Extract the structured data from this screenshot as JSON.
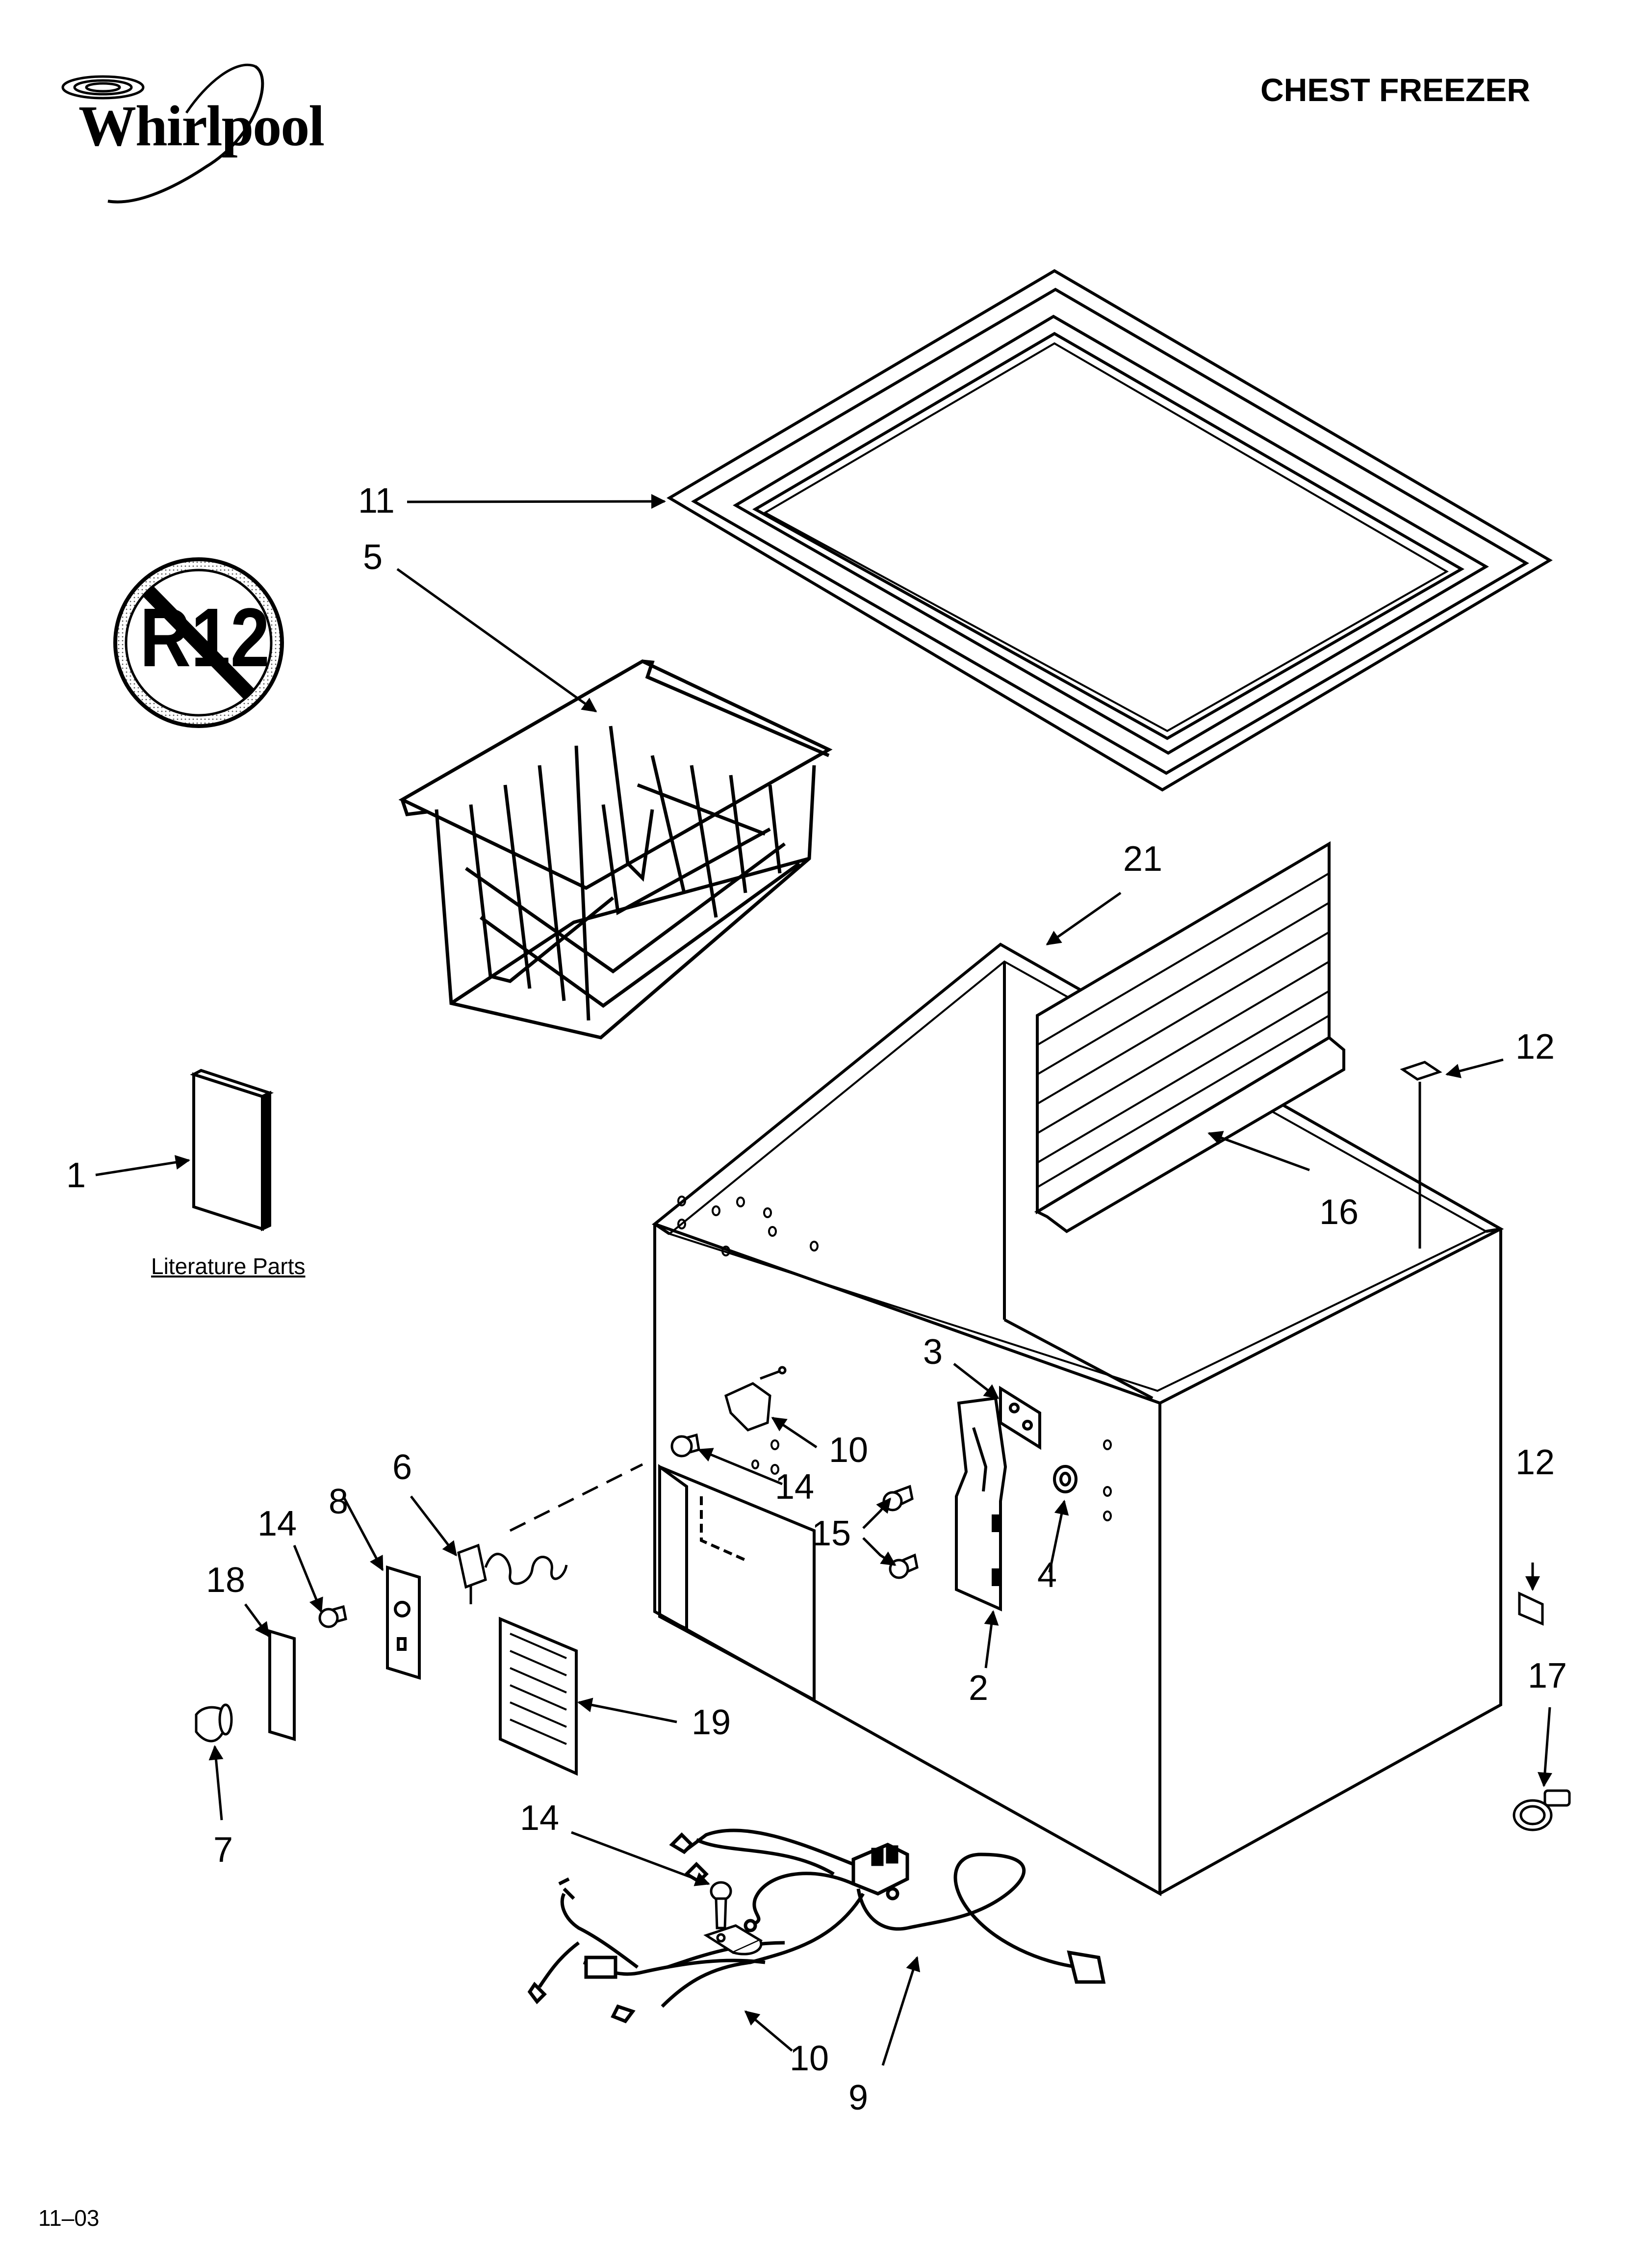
{
  "header": {
    "brand": "Whirlpool",
    "title": "CHEST FREEZER"
  },
  "badge": {
    "text": "R12"
  },
  "literature_label": "Literature Parts",
  "footer": {
    "date_code": "11–03"
  },
  "callouts": {
    "c11": "11",
    "c5": "5",
    "c21": "21",
    "c12a": "12",
    "c1": "1",
    "c16": "16",
    "c3": "3",
    "c10a": "10",
    "c14a": "14",
    "c6": "6",
    "c8": "8",
    "c14b": "14",
    "c18": "18",
    "c15": "15",
    "c4": "4",
    "c12b": "12",
    "c2": "2",
    "c19": "19",
    "c17": "17",
    "c7": "7",
    "c14c": "14",
    "c10b": "10",
    "c9": "9"
  }
}
